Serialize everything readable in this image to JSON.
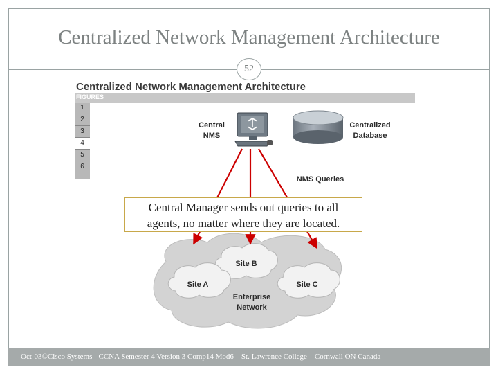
{
  "slide": {
    "title": "Centralized Network Management Architecture",
    "page_number": "52",
    "footer": "Oct-03©Cisco Systems - CCNA Semester 4 Version 3 Comp14 Mod6 – St. Lawrence College – Cornwall ON Canada"
  },
  "figure": {
    "title": "Centralized Network Management Architecture",
    "figures_label": "FIGURES",
    "figure_tabs": [
      "1",
      "2",
      "3",
      "4",
      "5",
      "6"
    ],
    "active_tab": "4",
    "central_nms": "Central\nNMS",
    "central_nms_l1": "Central",
    "central_nms_l2": "NMS",
    "db_l1": "Centralized",
    "db_l2": "Database",
    "nms_queries": "NMS Queries",
    "site_a": "Site A",
    "site_b": "Site B",
    "site_c": "Site C",
    "enterprise_l1": "Enterprise",
    "enterprise_l2": "Network"
  },
  "callout": {
    "line1": "Central Manager sends out queries to all",
    "line2": "agents, no matter where they are located."
  },
  "colors": {
    "arrow": "#cc0000",
    "cloud": "#d6d6d6",
    "footer": "#a5aaaa"
  }
}
